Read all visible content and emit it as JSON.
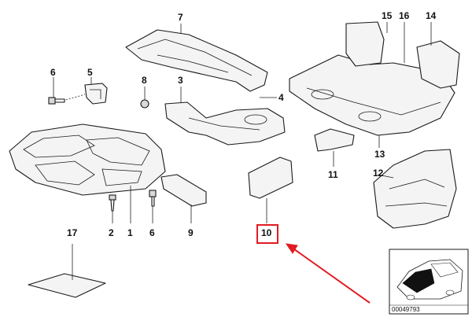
{
  "callouts": [
    {
      "id": "1",
      "label": "1"
    },
    {
      "id": "2",
      "label": "2"
    },
    {
      "id": "3",
      "label": "3"
    },
    {
      "id": "4",
      "label": "4"
    },
    {
      "id": "5",
      "label": "5"
    },
    {
      "id": "6a",
      "label": "6"
    },
    {
      "id": "6b",
      "label": "6"
    },
    {
      "id": "7",
      "label": "7"
    },
    {
      "id": "8",
      "label": "8"
    },
    {
      "id": "9",
      "label": "9"
    },
    {
      "id": "10",
      "label": "10"
    },
    {
      "id": "11",
      "label": "11"
    },
    {
      "id": "12",
      "label": "12"
    },
    {
      "id": "13",
      "label": "13"
    },
    {
      "id": "14",
      "label": "14"
    },
    {
      "id": "15",
      "label": "15"
    },
    {
      "id": "16",
      "label": "16"
    },
    {
      "id": "17",
      "label": "17"
    }
  ],
  "highlight": {
    "part": "10",
    "color": "#e11b22"
  },
  "thumbnail": {
    "code": "00049793"
  }
}
